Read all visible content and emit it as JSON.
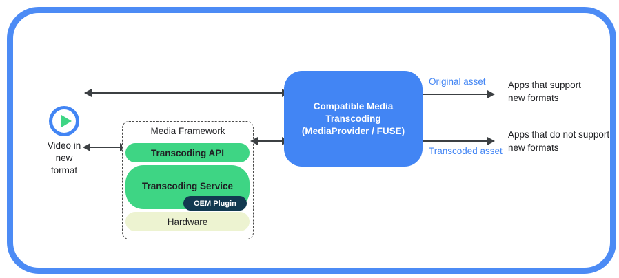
{
  "colors": {
    "frame_blue": "#4c8bf5",
    "box_blue": "#4285f4",
    "green": "#3ed584",
    "hardware_green": "#edf3d1",
    "oem_navy": "#123950",
    "arrow_gray": "#3c4043",
    "label_blue": "#4285f4",
    "text_dark": "#202124"
  },
  "left": {
    "video_label": "Video in new format"
  },
  "framework": {
    "title": "Media Framework",
    "api_label": "Transcoding API",
    "service_label": "Transcoding Service",
    "oem_label": "OEM Plugin",
    "hardware_label": "Hardware"
  },
  "transcoding_box": {
    "title": "Compatible Media Transcoding",
    "subtitle": "(MediaProvider / FUSE)"
  },
  "right": {
    "original_asset_label": "Original asset",
    "transcoded_asset_label": "Transcoded asset",
    "apps_support": "Apps that support new formats",
    "apps_no_support": "Apps that do not support new formats"
  }
}
